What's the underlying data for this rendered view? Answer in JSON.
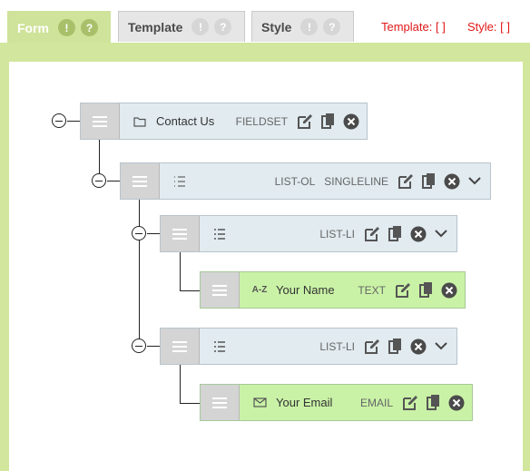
{
  "tabs": [
    {
      "label": "Form",
      "active": true
    },
    {
      "label": "Template",
      "active": false
    },
    {
      "label": "Style",
      "active": false
    }
  ],
  "tab_badges": {
    "info": "!",
    "help": "?"
  },
  "status": {
    "template": "Template: [  ]",
    "style": "Style: [  ]"
  },
  "colors": {
    "accent": "#cfe39a",
    "error_text": "#e01818",
    "node_blue": "#e1ebf0",
    "node_green": "#c9f2a6"
  },
  "tree": {
    "fieldset": {
      "label": "Contact Us",
      "type": "FIELDSET",
      "icon": "folder-icon"
    },
    "list_ol": {
      "type": "LIST-OL",
      "subtype": "SINGLELINE",
      "icon": "ordered-list-icon"
    },
    "list_li_1": {
      "type": "LIST-LI",
      "icon": "list-icon"
    },
    "text_field": {
      "label": "Your Name",
      "type": "TEXT",
      "icon_text": "A-Z"
    },
    "list_li_2": {
      "type": "LIST-LI",
      "icon": "list-icon"
    },
    "email_field": {
      "label": "Your Email",
      "type": "EMAIL",
      "icon": "envelope-icon"
    }
  }
}
